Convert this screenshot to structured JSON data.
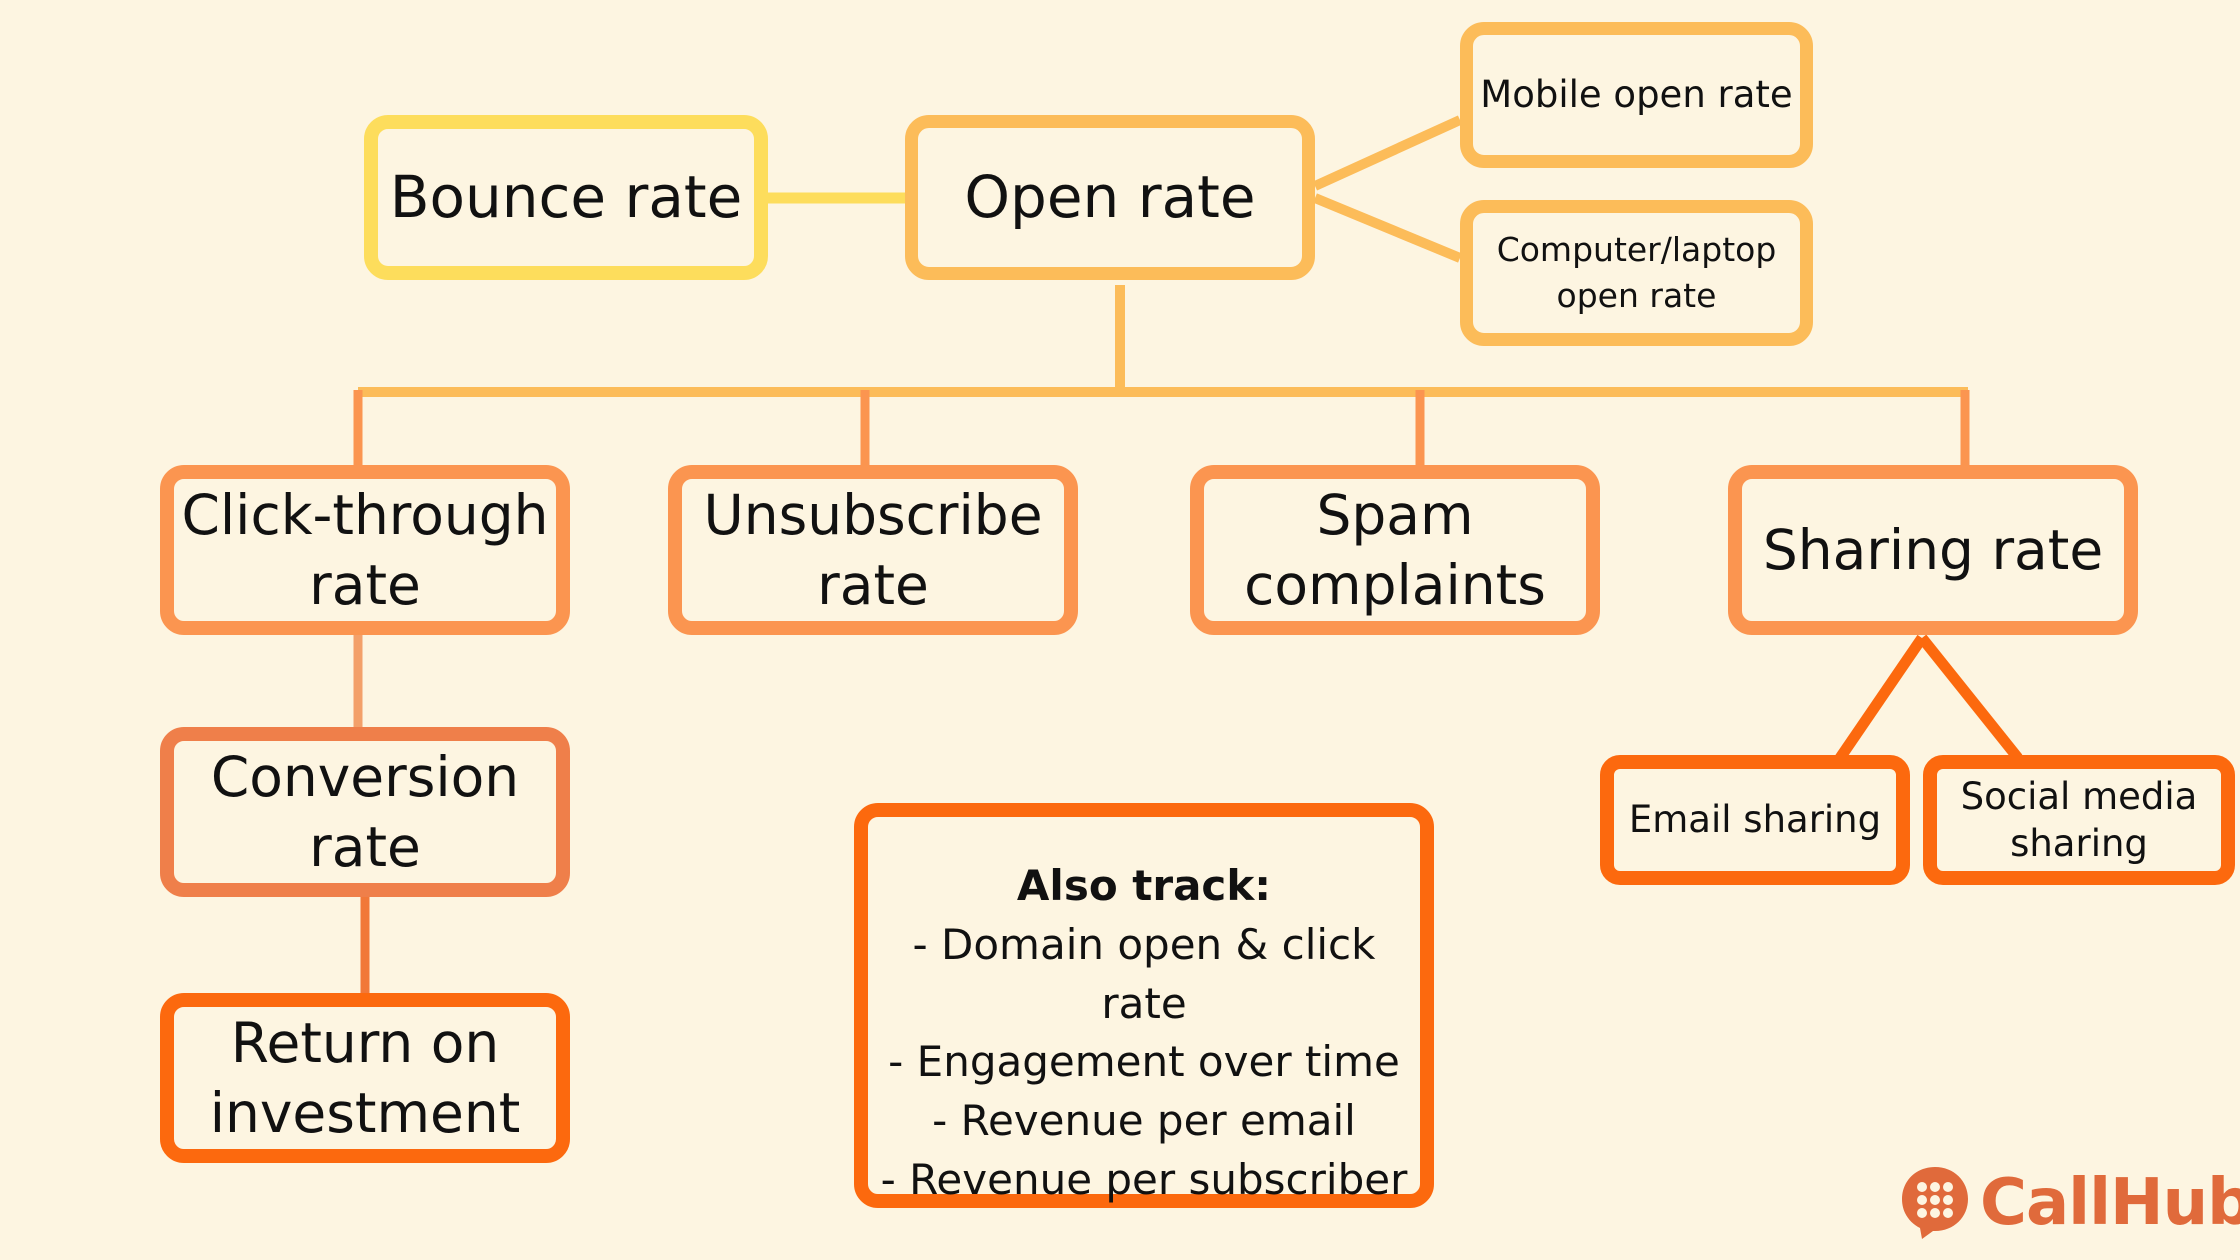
{
  "nodes": {
    "bounce_rate": "Bounce rate",
    "open_rate": "Open rate",
    "mobile_open_rate": "Mobile open rate",
    "computer_open_rate": "Computer/laptop\nopen rate",
    "click_through_rate": "Click-through\nrate",
    "unsubscribe_rate": "Unsubscribe\nrate",
    "spam_complaints": "Spam\ncomplaints",
    "sharing_rate": "Sharing rate",
    "conversion_rate": "Conversion\nrate",
    "return_on_investment": "Return on\ninvestment",
    "email_sharing": "Email sharing",
    "social_media_sharing": "Social media\nsharing"
  },
  "also_track": {
    "heading": "Also track:",
    "items": [
      "- Domain open & click rate",
      "- Engagement over time",
      "- Revenue per email",
      "- Revenue per subscriber"
    ]
  },
  "brand": {
    "name": "CallHub",
    "icon": "callhub-logo-icon"
  },
  "colors": {
    "background": "#fdf5e1",
    "yellow": "#fddd5c",
    "light_orange": "#fcbc59",
    "orange": "#fb9550",
    "red_orange": "#ef7f4a",
    "deep_orange": "#fc690e",
    "brand": "#e06a3b"
  }
}
